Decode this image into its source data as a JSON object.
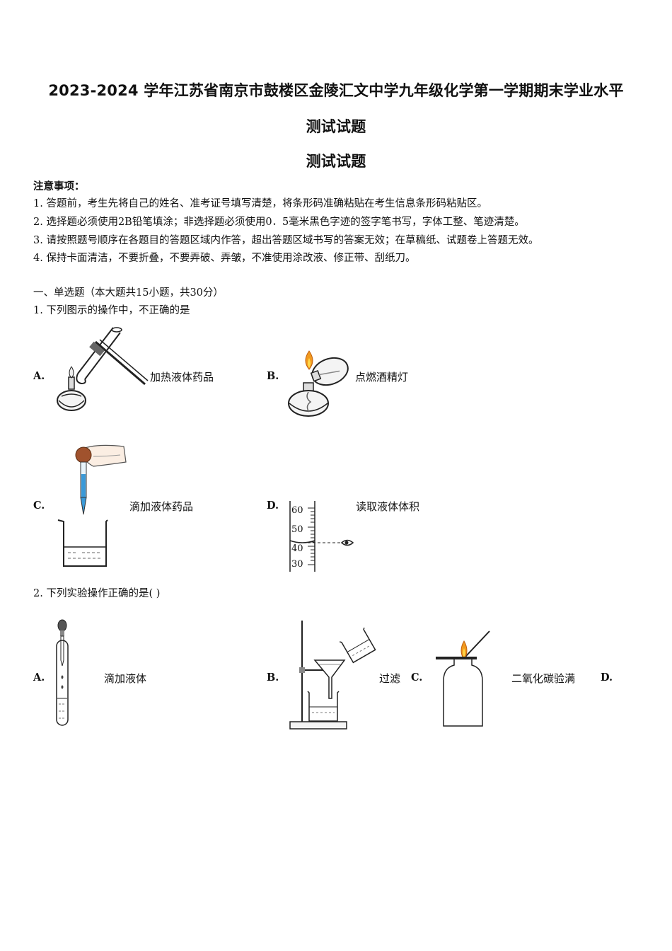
{
  "header": {
    "title_line1": "2023-2024 学年江苏省南京市鼓楼区金陵汇文中学九年级化学第一学期期末学业水平",
    "title_line2": "测试试题",
    "title_line3": "测试试题"
  },
  "notice": {
    "heading": "注意事项：",
    "items": [
      "1.  答题前，考生先将自己的姓名、准考证号填写清楚，将条形码准确粘贴在考生信息条形码粘贴区。",
      "2. 选择题必须使用2B铅笔填涂；非选择题必须使用0．5毫米黑色字迹的签字笔书写，字体工整、笔迹清楚。",
      "3. 请按照题号顺序在各题目的答题区域内作答，超出答题区域书写的答案无效；在草稿纸、试题卷上答题无效。",
      "4. 保持卡面清洁，不要折叠，不要弄破、弄皱，不准使用涂改液、修正带、刮纸刀。"
    ]
  },
  "section": {
    "heading": "一、单选题（本大题共15小题，共30分）"
  },
  "q1": {
    "stem": "1. 下列图示的操作中，不正确的是",
    "options": [
      {
        "letter": "A.",
        "caption": "加热液体药品"
      },
      {
        "letter": "B.",
        "caption": "点燃酒精灯"
      },
      {
        "letter": "C.",
        "caption": "滴加液体药品"
      },
      {
        "letter": "D.",
        "caption": "读取液体体积"
      }
    ],
    "cylinder_ticks": [
      "60",
      "50",
      "40",
      "30"
    ]
  },
  "q2": {
    "stem": "2. 下列实验操作正确的是(   )",
    "options": [
      {
        "letter": "A.",
        "caption": "滴加液体"
      },
      {
        "letter": "B.",
        "caption": "过滤"
      },
      {
        "letter": "C.",
        "caption": "二氧化碳验满"
      },
      {
        "letter": "D.",
        "caption": ""
      }
    ]
  },
  "colors": {
    "flame": "#f29a1f",
    "liquid_blue": "#3a9ad9",
    "bulb_brown": "#a0522d"
  }
}
